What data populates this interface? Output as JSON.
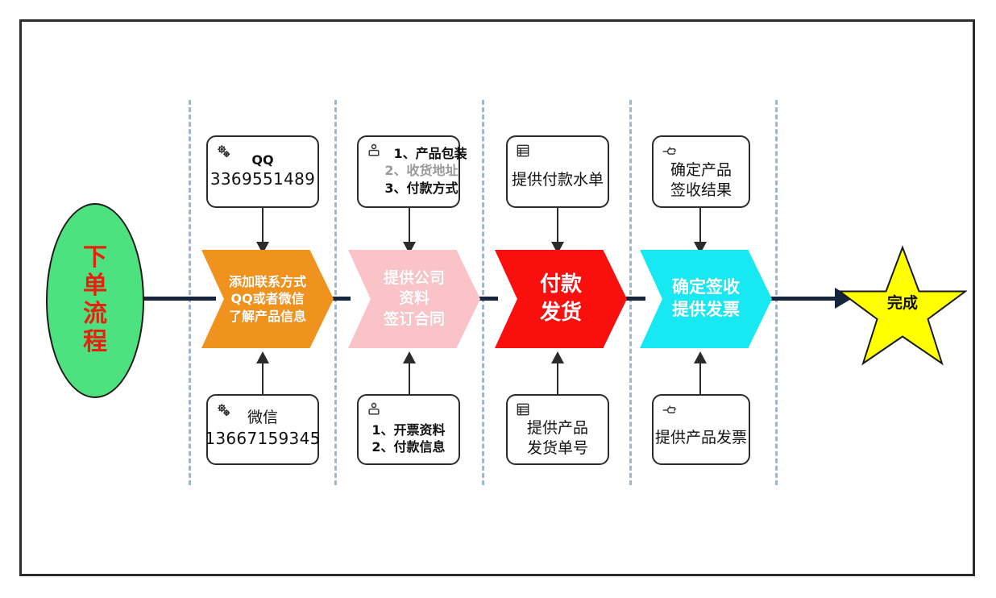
{
  "diagram": {
    "title": "下单流程",
    "start": {
      "label_chars": [
        "下",
        "单",
        "流",
        "程"
      ],
      "fill": "#4ee17f",
      "text_color": "#e8200f"
    },
    "end": {
      "label": "完成",
      "fill": "#ffff00",
      "stroke": "#1a1a1a",
      "text_color": "#111111"
    },
    "stages": [
      {
        "id": "stage-contact",
        "fill": "#f0921e",
        "text_color": "#ffffff",
        "lines": [
          "添加联系方式",
          "QQ或者微信",
          "了解产品信息"
        ],
        "font_size": 16,
        "top_note": {
          "id": "note-qq",
          "icon": "gears-icon",
          "lines": [
            {
              "text": "QQ",
              "style": "bold"
            },
            {
              "text": "3369551489",
              "style": "num"
            }
          ]
        },
        "bottom_note": {
          "id": "note-wechat",
          "icon": "gears-icon",
          "lines": [
            {
              "text": "微信",
              "style": "big"
            },
            {
              "text": "13667159345",
              "style": "num"
            }
          ]
        }
      },
      {
        "id": "stage-company-info",
        "fill": "#f9c3c8",
        "text_color": "#ffffff",
        "lines": [
          "提供公司",
          "资料",
          "签订合同"
        ],
        "font_size": 19,
        "top_note": {
          "id": "note-product-details",
          "icon": "person-box-icon",
          "lines": [
            {
              "text": "1、产品包装",
              "style": "listitem"
            },
            {
              "text": "2、收货地址",
              "style": "listitem dim"
            },
            {
              "text": "3、付款方式",
              "style": "listitem"
            }
          ]
        },
        "bottom_note": {
          "id": "note-invoice-info",
          "icon": "person-box-icon",
          "lines": [
            {
              "text": "1、开票资料",
              "style": "listitem"
            },
            {
              "text": "2、付款信息",
              "style": "listitem"
            }
          ]
        }
      },
      {
        "id": "stage-payment-shipping",
        "fill": "#fa0f0f",
        "text_color": "#ffffff",
        "lines": [
          "付款",
          "发货"
        ],
        "font_size": 26,
        "top_note": {
          "id": "note-payment-receipt",
          "icon": "document-lines-icon",
          "lines": [
            {
              "text": "提供付款水单",
              "style": "big"
            }
          ]
        },
        "bottom_note": {
          "id": "note-shipping-number",
          "icon": "document-lines-icon",
          "lines": [
            {
              "text": "提供产品",
              "style": "big"
            },
            {
              "text": "发货单号",
              "style": "big"
            }
          ]
        }
      },
      {
        "id": "stage-confirm-invoice",
        "fill": "#18e8f2",
        "text_color": "#ffffff",
        "lines": [
          "确定签收",
          "提供发票"
        ],
        "font_size": 21,
        "top_note": {
          "id": "note-confirm-result",
          "icon": "pointing-hand-icon",
          "lines": [
            {
              "text": "确定产品",
              "style": "big"
            },
            {
              "text": "签收结果",
              "style": "big"
            }
          ]
        },
        "bottom_note": {
          "id": "note-provide-invoice",
          "icon": "pointing-hand-icon",
          "lines": [
            {
              "text": "提供产品发票",
              "style": "big"
            }
          ]
        }
      }
    ],
    "colors": {
      "frame_border": "#2b2b2b",
      "divider": "#9fb6cd",
      "spine": "#16243c",
      "connector": "#2b2b2b"
    }
  }
}
